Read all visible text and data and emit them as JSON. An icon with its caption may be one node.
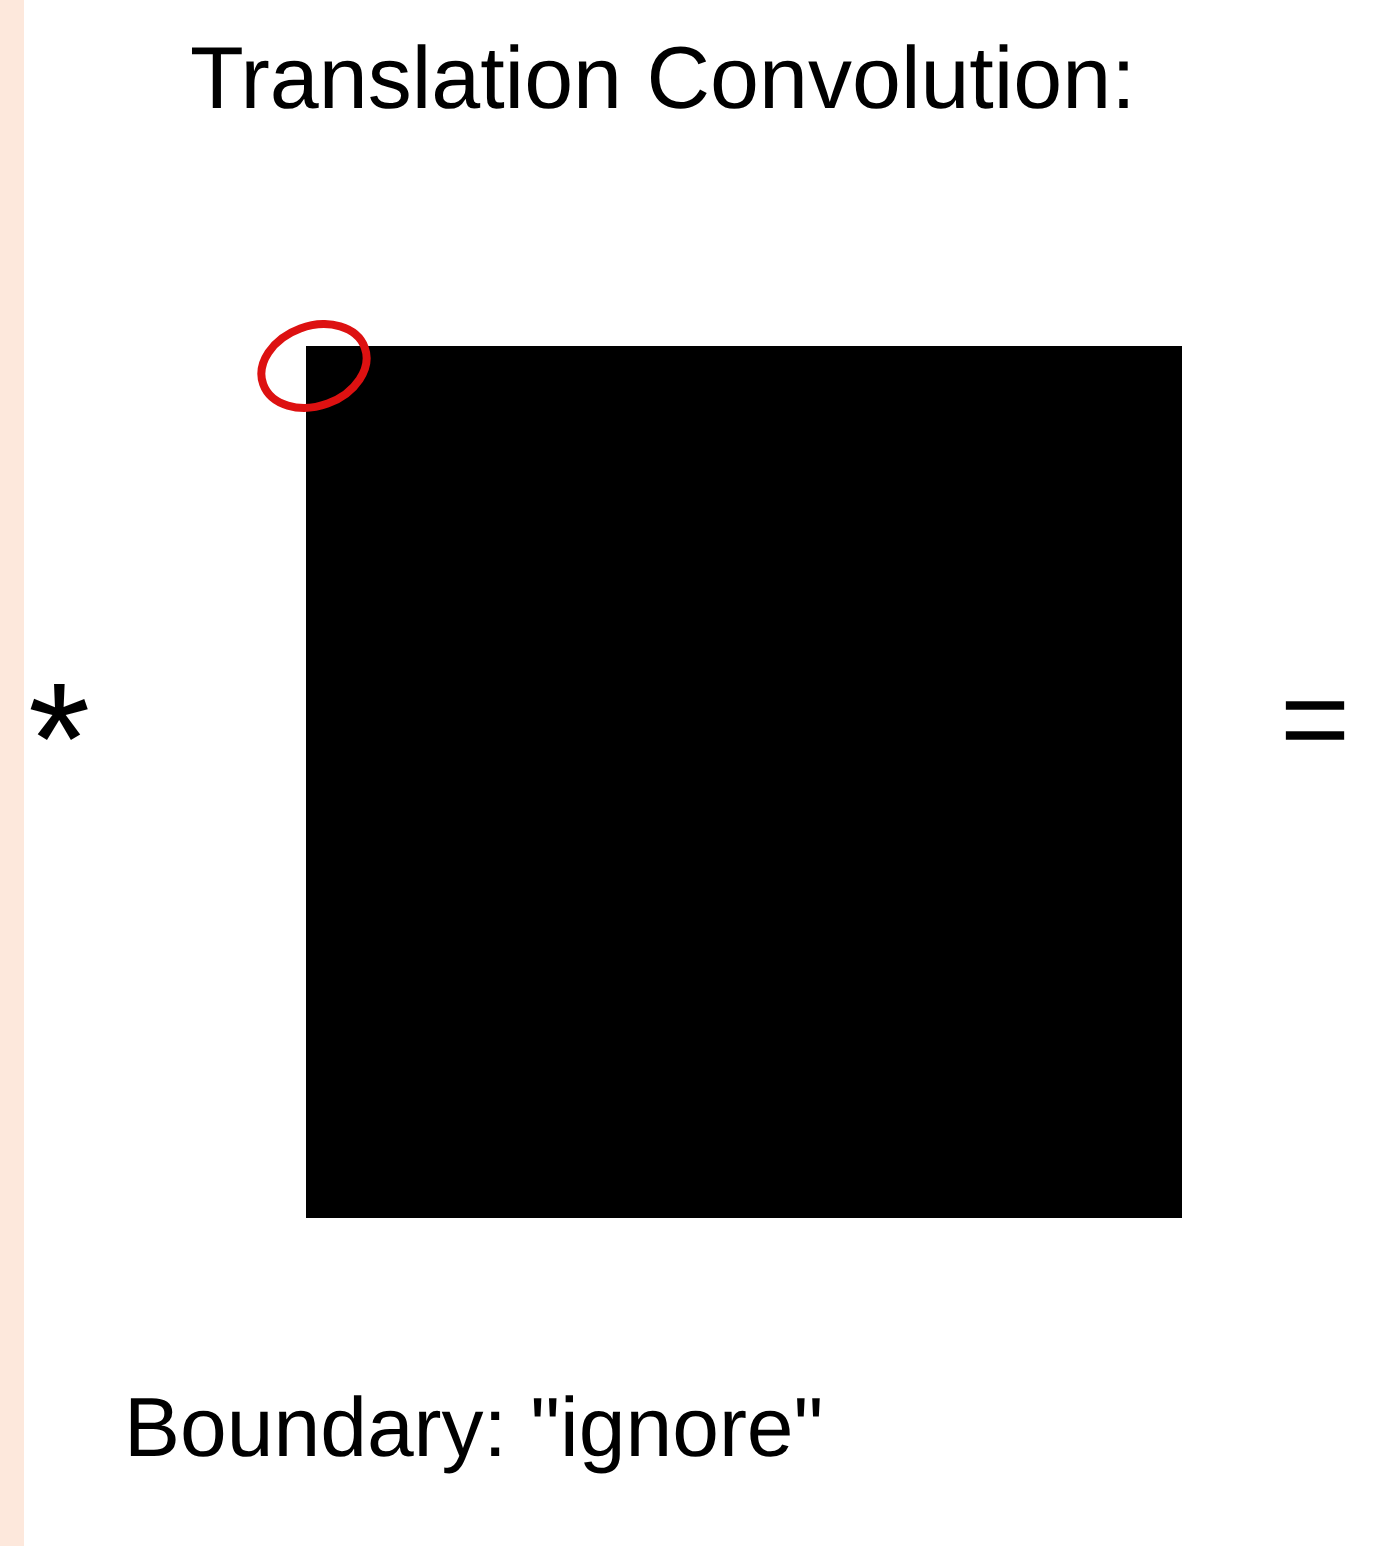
{
  "diagram": {
    "title": "Translation Convolution:",
    "nodes": [
      {
        "text": [],
        "shape": "box"
      }
    ],
    "labels": [
      "*",
      "=",
      "Boundary: \"ignore\""
    ]
  }
}
